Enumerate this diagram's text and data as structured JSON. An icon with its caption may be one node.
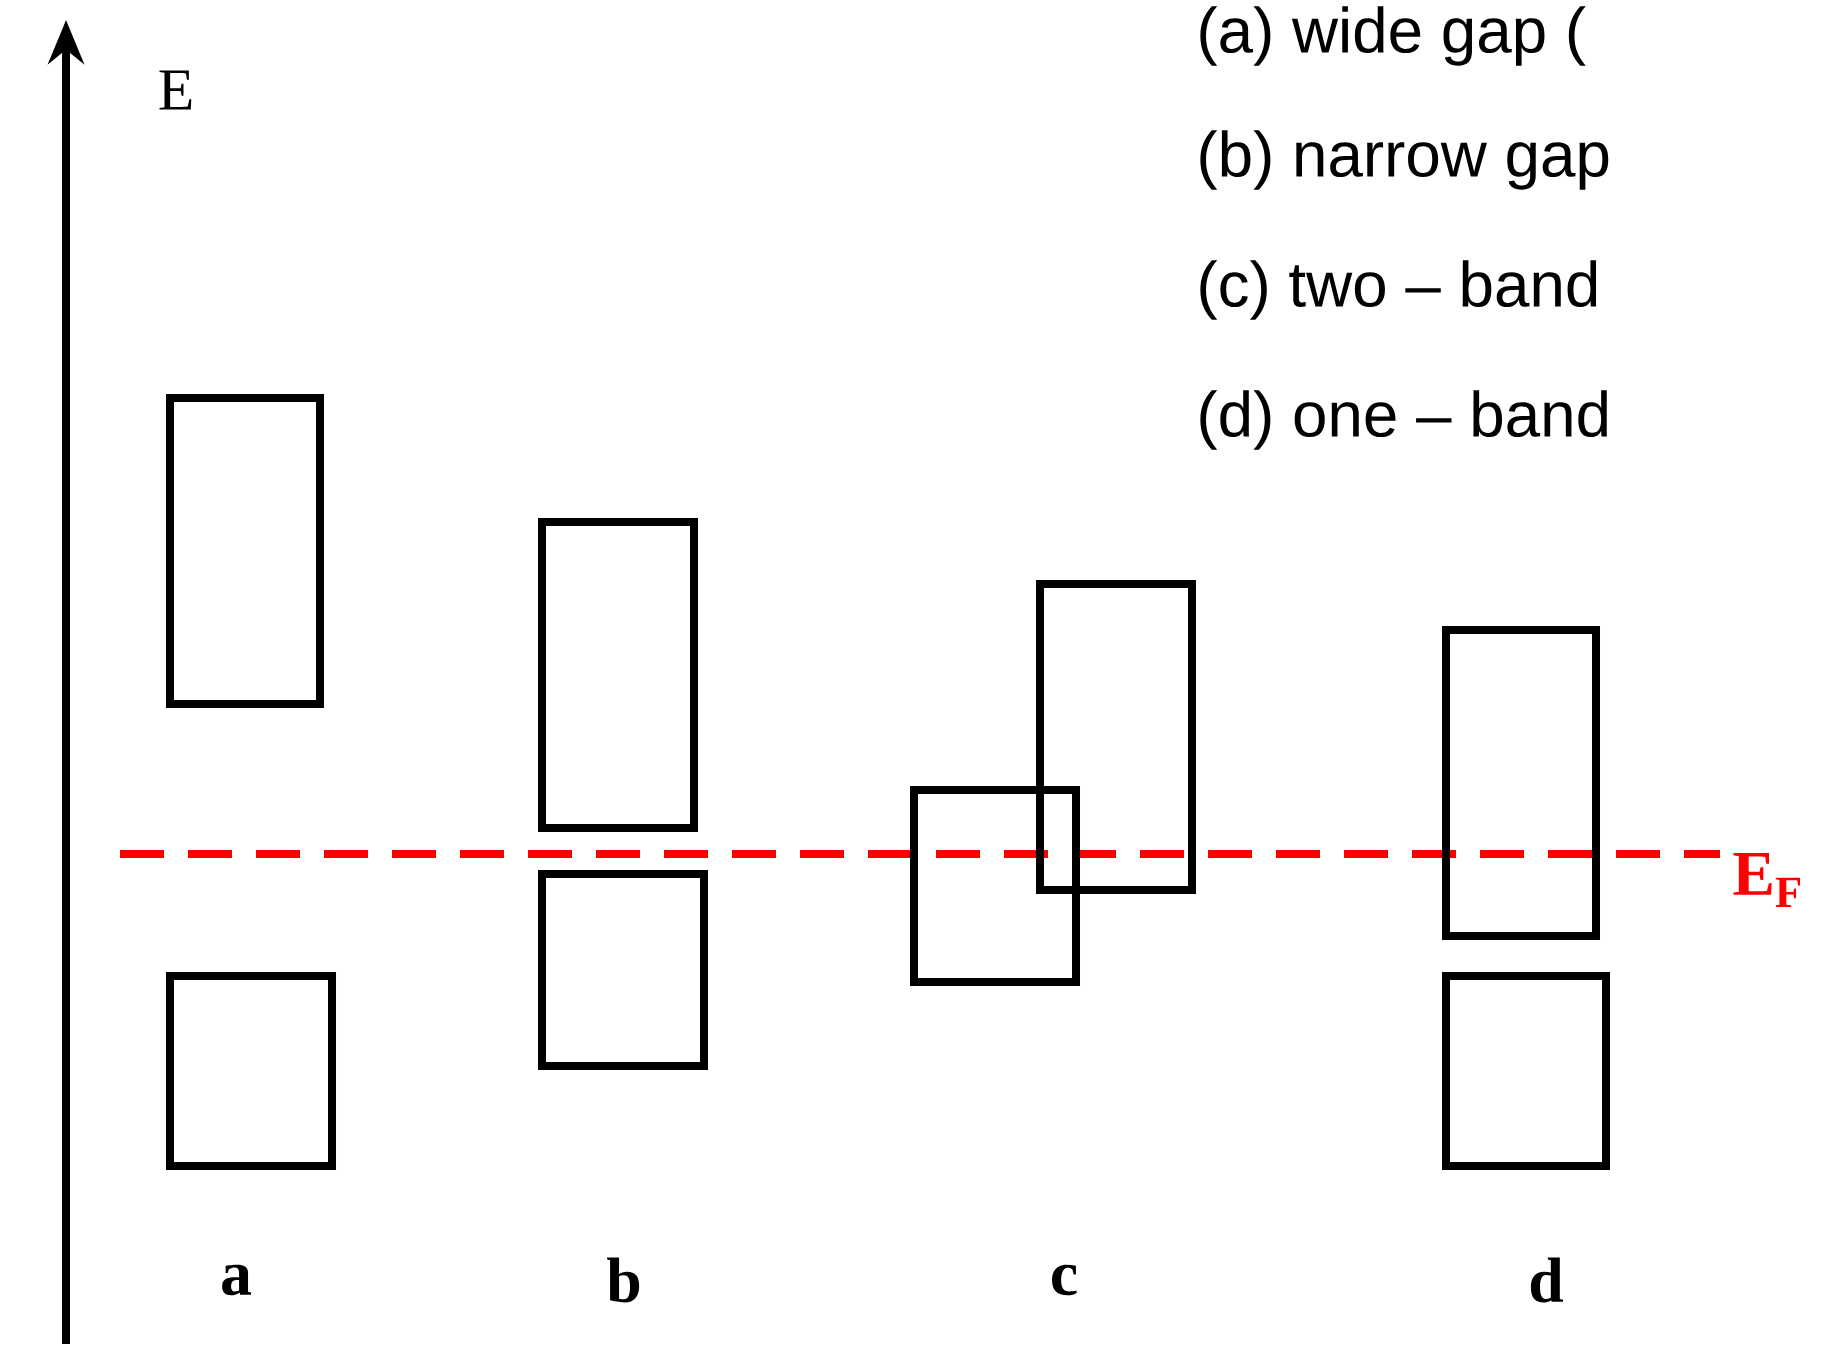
{
  "diagram": {
    "nodes": [
      {
        "text": [],
        "shape": "box"
      },
      {
        "text": [],
        "shape": "box"
      },
      {
        "text": [],
        "shape": "box"
      },
      {
        "text": [],
        "shape": "box"
      },
      {
        "text": [],
        "shape": "box"
      },
      {
        "text": [],
        "shape": "box"
      },
      {
        "text": [],
        "shape": "box"
      },
      {
        "text": [],
        "shape": "box"
      }
    ],
    "edges": [],
    "labels": [
      "E",
      "(a) wide gap (",
      "(b) narrow gap",
      "(c) two – band",
      "(d) one – band",
      "E$_{F}$",
      "a",
      "b",
      "c",
      "d"
    ]
  }
}
